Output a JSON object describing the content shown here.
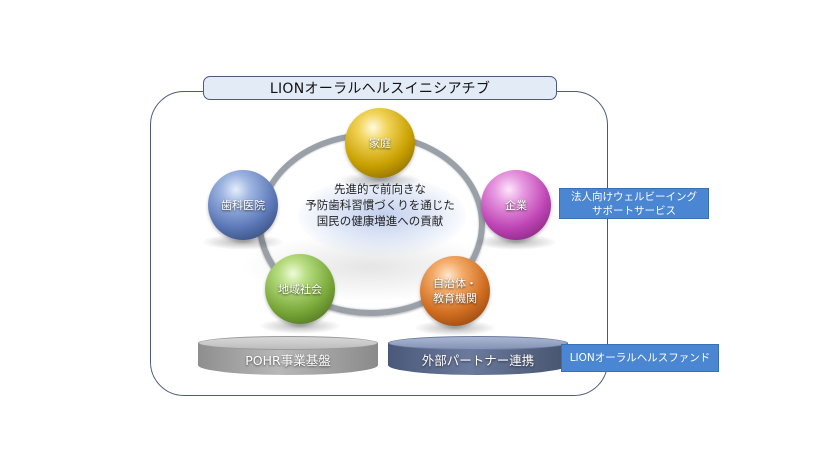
{
  "title": "LIONオーラルヘルスイニシアチブ",
  "center_text": [
    "先進的で前向きな",
    "予防歯科習慣づくりを通じた",
    "国民の健康増進への貢献"
  ],
  "spheres": {
    "kotei": {
      "lines": [
        "家庭"
      ],
      "color": "#c9a000"
    },
    "kigyo": {
      "lines": [
        "企業"
      ],
      "color": "#bf45b6"
    },
    "jichitai": {
      "lines": [
        "自治体・",
        "教育機関"
      ],
      "color": "#d06d20"
    },
    "chiiki": {
      "lines": [
        "地域社会"
      ],
      "color": "#7aa93a"
    },
    "shika": {
      "lines": [
        "歯科医院"
      ],
      "color": "#5c78b8"
    }
  },
  "pedestals": {
    "left": {
      "label": "POHR事業基盤",
      "color": "#9a9a9a"
    },
    "right": {
      "label": "外部パートナー連携",
      "color": "#5a6889"
    }
  },
  "side_boxes": {
    "wellbeing": [
      "法人向けウェルビーイング",
      "サポートサービス"
    ],
    "fund": [
      "LIONオーラルヘルスファンド"
    ]
  },
  "colors": {
    "accent_box": "#4a86d2",
    "frame": "#4a5a78",
    "title_bg": "#e3ebf7"
  }
}
